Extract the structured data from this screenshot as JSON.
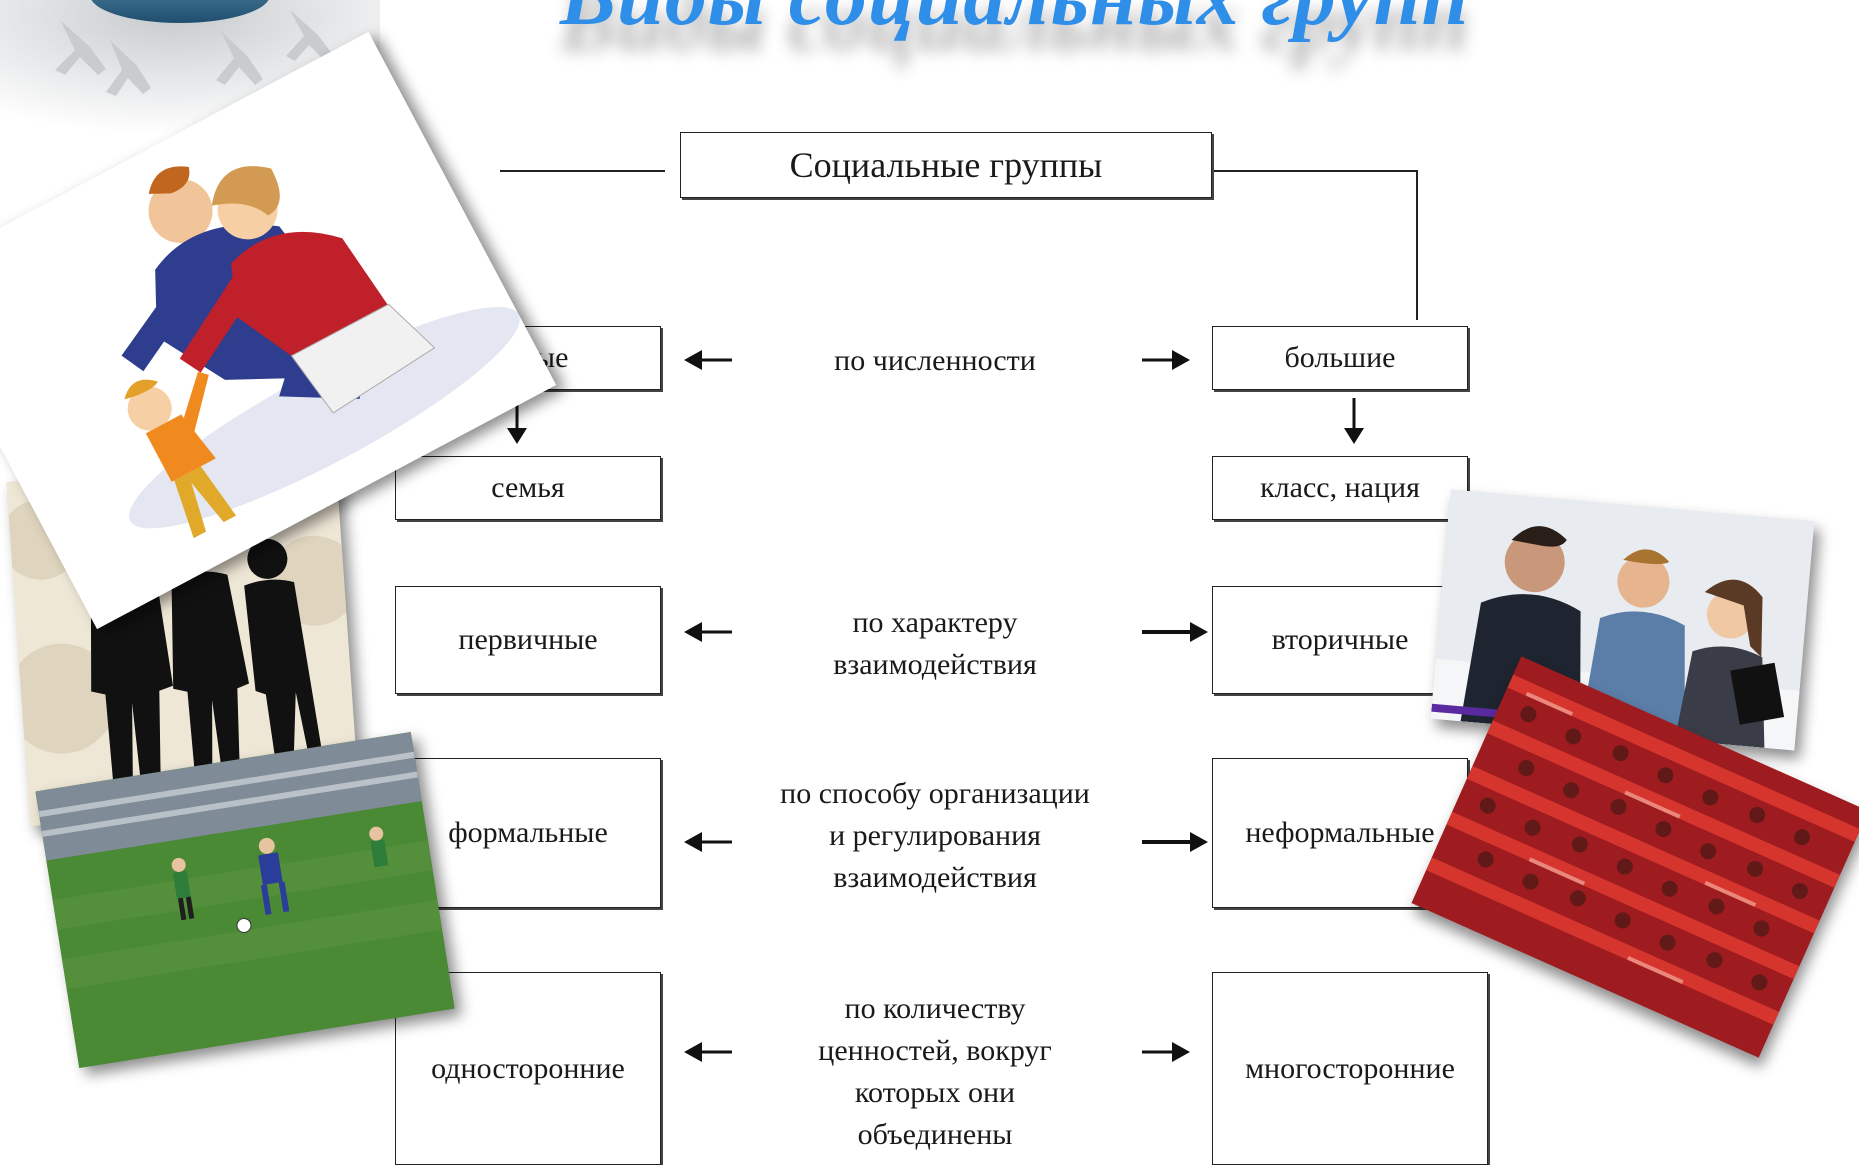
{
  "title": "Виды социальных групп",
  "root": {
    "label": "Социальные группы"
  },
  "rows": [
    {
      "criterion": [
        "по численности"
      ],
      "left": "малые",
      "right": "большие"
    },
    {
      "criterion": [
        "по характеру",
        "взаимодействия"
      ],
      "left": "первичные",
      "right": "вторичные"
    },
    {
      "criterion": [
        "по способу организации",
        "и регулирования",
        "взаимодействия"
      ],
      "left": "формальные",
      "right": "неформальные"
    },
    {
      "criterion": [
        "по количеству",
        "ценностей, вокруг",
        "которых они",
        "объединены"
      ],
      "left": "односторонние",
      "right": "многосторонние"
    }
  ],
  "examples": {
    "left": "семья",
    "right": "класс, нация"
  },
  "colors": {
    "title": "#2f8ee8",
    "line": "#222222"
  }
}
